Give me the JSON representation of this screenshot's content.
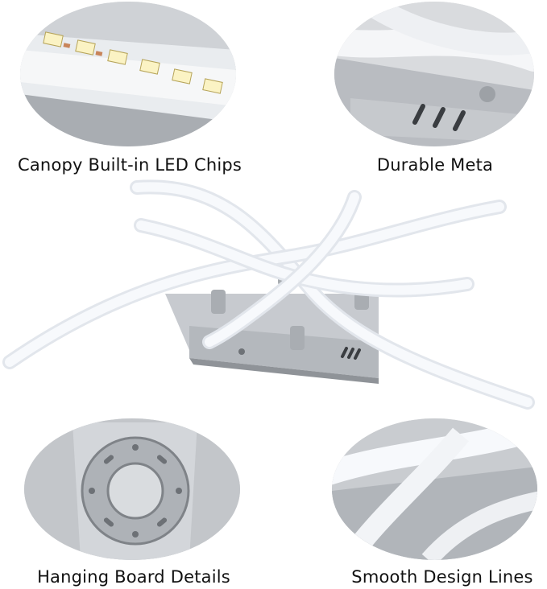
{
  "captions": {
    "top_left": "Canopy Built-in LED Chips",
    "top_right": "Durable Meta",
    "bottom_left": "Hanging Board Details",
    "bottom_right": "Smooth Design Lines"
  },
  "colors": {
    "background": "#ffffff",
    "metal": "#c9ccd0",
    "metal_dark": "#8d9196",
    "led_glow": "#f4f7fb",
    "led_chip": "#f2e6a0"
  }
}
